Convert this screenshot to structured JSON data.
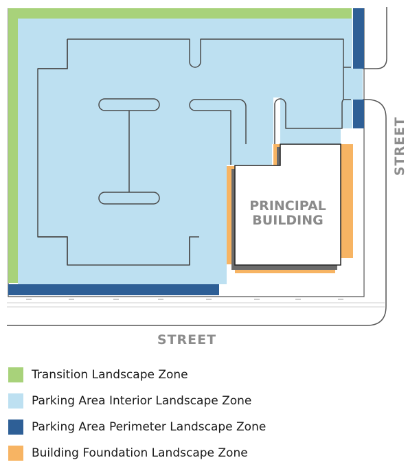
{
  "labels": {
    "street_south": "STREET",
    "street_east": "STREET",
    "building_line1": "PRINCIPAL",
    "building_line2": "BUILDING"
  },
  "colors": {
    "transition": "#a8d27a",
    "parking_interior": "#bde0f1",
    "parking_perimeter": "#2e5f96",
    "building_foundation": "#f7b463",
    "outline": "#4a4a4a"
  },
  "legend": [
    {
      "label": "Transition Landscape Zone",
      "color": "#a8d27a"
    },
    {
      "label": "Parking Area Interior Landscape Zone",
      "color": "#bde0f1"
    },
    {
      "label": "Parking Area Perimeter Landscape Zone",
      "color": "#2e5f96"
    },
    {
      "label": "Building Foundation Landscape Zone",
      "color": "#f7b463"
    }
  ]
}
